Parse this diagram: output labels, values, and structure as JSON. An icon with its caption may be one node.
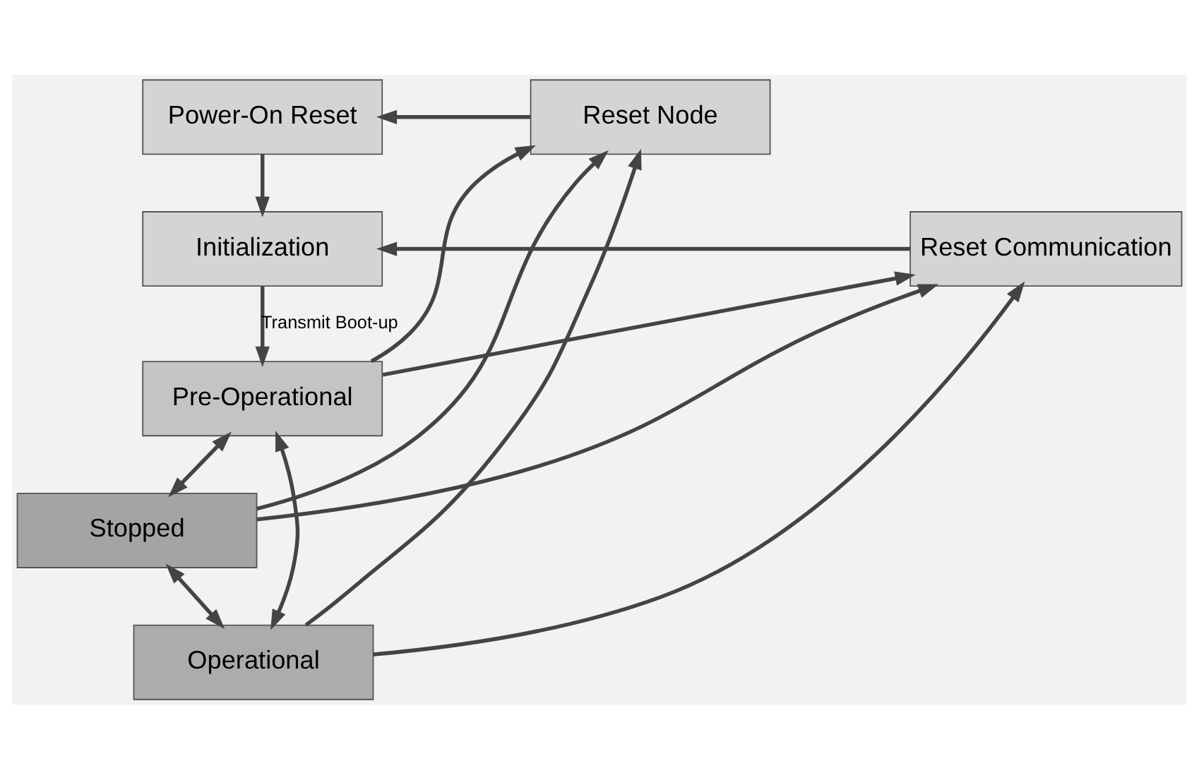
{
  "diagram": {
    "nodes": [
      {
        "text": [
          "Power-On Reset"
        ]
      },
      {
        "text": [
          "Reset Node"
        ]
      },
      {
        "text": [
          "Initialization"
        ]
      },
      {
        "text": [
          "Reset Communication"
        ]
      },
      {
        "text": [
          "Pre-Operational"
        ]
      },
      {
        "text": [
          "Stopped"
        ]
      },
      {
        "text": [
          "Operational"
        ]
      }
    ],
    "edges": [
      {
        "from": 1,
        "to": 0,
        "arrow": "to"
      },
      {
        "from": 0,
        "to": 2,
        "arrow": "to"
      },
      {
        "from": 3,
        "to": 2,
        "arrow": "to"
      },
      {
        "from": 2,
        "to": 4,
        "arrow": "to",
        "label": "Transmit Boot-up"
      },
      {
        "from": 4,
        "to": 3,
        "arrow": "to"
      },
      {
        "from": 4,
        "to": 1,
        "arrow": "to"
      },
      {
        "from": 4,
        "to": 5,
        "arrow": "both"
      },
      {
        "from": 5,
        "to": 3,
        "arrow": "to"
      },
      {
        "from": 5,
        "to": 1,
        "arrow": "to"
      },
      {
        "from": 4,
        "to": 6,
        "arrow": "both"
      },
      {
        "from": 5,
        "to": 6,
        "arrow": "both"
      },
      {
        "from": 6,
        "to": 3,
        "arrow": "to"
      },
      {
        "from": 6,
        "to": 1,
        "arrow": "to"
      }
    ]
  }
}
